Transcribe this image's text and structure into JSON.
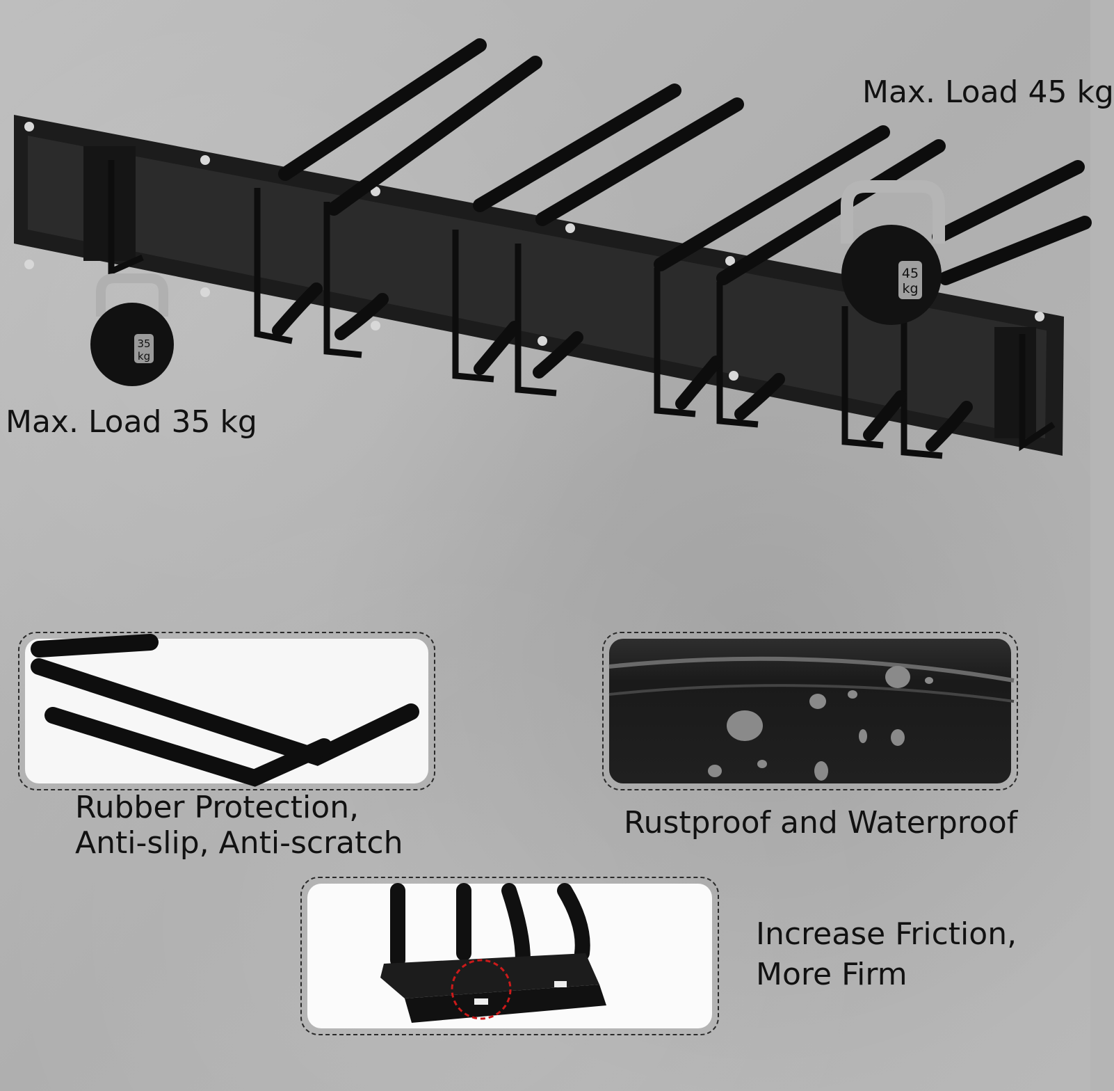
{
  "labels": {
    "max_load_45": "Max. Load 45 kg",
    "max_load_35": "Max. Load 35 kg",
    "kettlebell_45_top": "45",
    "kettlebell_45_bottom": "kg",
    "kettlebell_35_top": "35",
    "kettlebell_35_bottom": "kg"
  },
  "features": {
    "rubber_line1": "Rubber Protection,",
    "rubber_line2": "Anti-slip, Anti-scratch",
    "rustproof": "Rustproof and Waterproof",
    "friction_line1": "Increase Friction,",
    "friction_line2": "More Firm"
  }
}
